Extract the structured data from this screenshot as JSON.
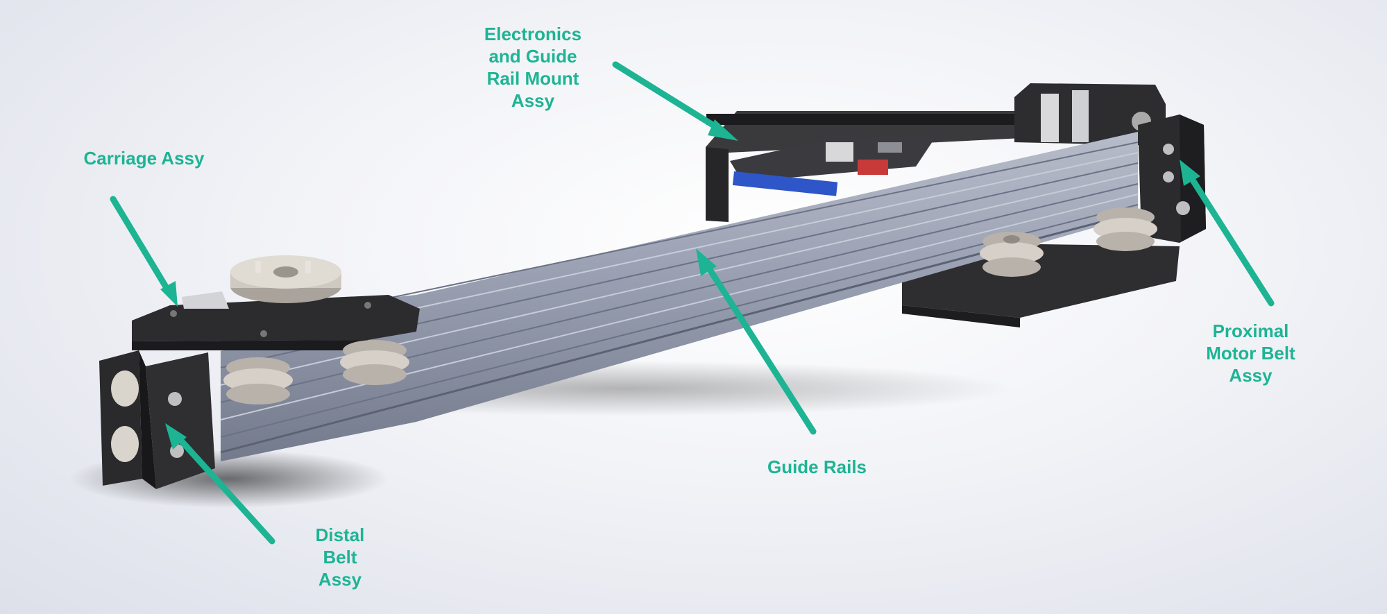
{
  "colors": {
    "annotation": "#1db494",
    "rail": "#9ba2b4",
    "rail_dark": "#6e7588",
    "part_black": "#2b2b2d",
    "pulley": "#cfc9c1"
  },
  "labels": {
    "electronics": "Electronics\nand Guide\nRail Mount\nAssy",
    "carriage": "Carriage Assy",
    "distal": "Distal\nBelt\nAssy",
    "guide": "Guide Rails",
    "proximal": "Proximal\nMotor Belt\nAssy"
  }
}
